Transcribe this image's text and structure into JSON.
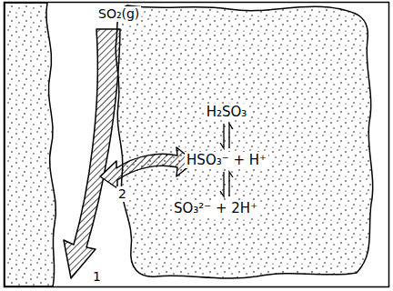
{
  "diagram": {
    "nodes": [
      {
        "text": [
          "H₂SO₃",
          "HSO₃⁻ + H⁺",
          "SO₃²⁻ + 2H⁺"
        ]
      }
    ],
    "labels": [
      "SO₂(g)",
      "1",
      "2"
    ]
  }
}
